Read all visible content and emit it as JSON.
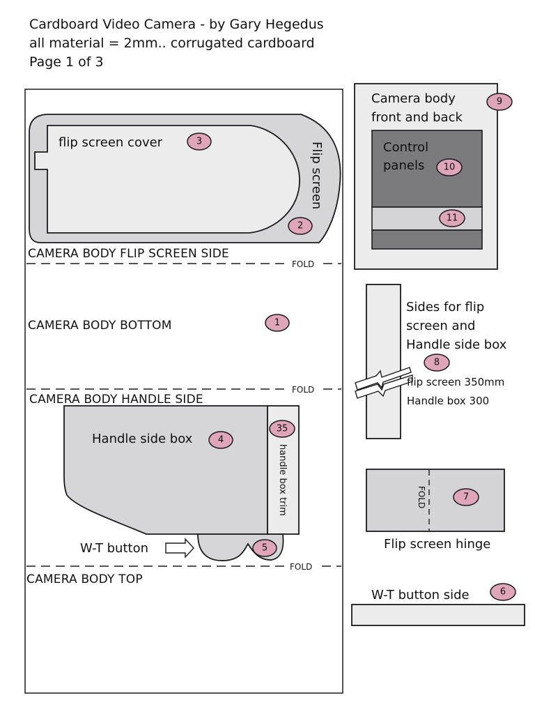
{
  "header": {
    "line1": "Cardboard Video Camera - by Gary Hegedus",
    "line2": "all material = 2mm.. corrugated cardboard",
    "line3": "Page 1 of 3"
  },
  "colors": {
    "light_gray": "#ececed",
    "mid_gray": "#d4d4d6",
    "dark_gray": "#7b7b7d",
    "badge_pink": "#dfa6b9",
    "outline": "#1a1a1a"
  },
  "main_panel": {
    "flip_side_label": "CAMERA BODY FLIP SCREEN SIDE",
    "bottom_label": "CAMERA BODY BOTTOM",
    "handle_side_label": "CAMERA BODY HANDLE SIDE",
    "top_label": "CAMERA BODY TOP",
    "fold_label": "FOLD"
  },
  "parts": {
    "flip_screen_cover": "flip screen cover",
    "flip_screen": "Flip screen",
    "handle_side_box": "Handle side box",
    "handle_box_trim": "handle box trim",
    "wt_button": "W-T button",
    "camera_body_front_back": [
      "Camera body",
      "front and back"
    ],
    "control_panels": [
      "Control",
      "panels"
    ],
    "sides_label": [
      "Sides for flip",
      "screen and",
      "Handle side box"
    ],
    "flip_screen_length": "flip screen 350mm",
    "handle_box_length": "Handle box 300",
    "flip_screen_hinge": "Flip screen hinge",
    "hinge_fold": "FOLD",
    "wt_button_side": "W-T button side"
  },
  "badges": {
    "b1": "1",
    "b2": "2",
    "b3": "3",
    "b4": "4",
    "b5": "5",
    "b6": "6",
    "b7": "7",
    "b8": "8",
    "b9": "9",
    "b10": "10",
    "b11": "11",
    "b35": "35"
  }
}
